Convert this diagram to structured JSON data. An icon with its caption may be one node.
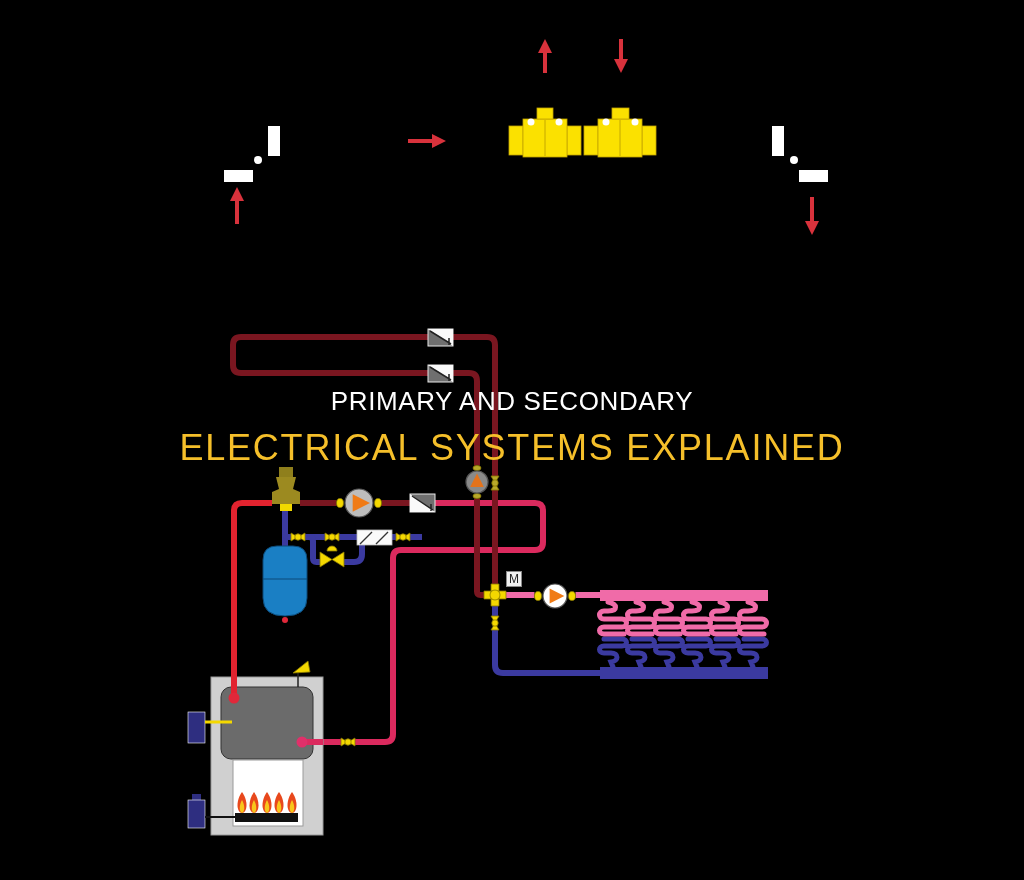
{
  "diagram": {
    "title": "PRIMARY AND SECONDARY",
    "nodes": [
      {
        "text": [],
        "shape": "picture"
      },
      {
        "text": [],
        "shape": "picture"
      },
      {
        "text": [],
        "shape": "circle"
      },
      {
        "text": [],
        "shape": "picture"
      },
      {
        "text": [],
        "shape": "picture"
      },
      {
        "text": [],
        "shape": "circle"
      },
      {
        "text": [],
        "shape": "picture"
      },
      {
        "text": [],
        "shape": "picture"
      },
      {
        "text": [],
        "shape": "picture"
      },
      {
        "text": [],
        "shape": "picture"
      },
      {
        "text": [],
        "shape": "picture"
      },
      {
        "text": [],
        "shape": "picture"
      },
      {
        "text": [],
        "shape": "cylinder"
      },
      {
        "text": [
          "M"
        ]
      },
      {
        "text": [],
        "shape": "picture"
      },
      {
        "text": [],
        "shape": "circle"
      },
      {
        "text": [],
        "shape": "picture"
      },
      {
        "text": [],
        "shape": "picture"
      },
      {
        "text": [],
        "shape": "picture"
      },
      {
        "text": [],
        "shape": "picture"
      }
    ],
    "edges": [
      {
        "from": 18,
        "to": 4,
        "arrow": "none",
        "color": "#e2232f"
      },
      {
        "from": 4,
        "to": 5,
        "arrow": "none",
        "color": "#7a1620"
      },
      {
        "from": 5,
        "to": 6,
        "arrow": "none",
        "color": "#7a1620"
      },
      {
        "from": 6,
        "to": 19,
        "arrow": "none",
        "color": "#db2a5e"
      },
      {
        "from": 19,
        "to": 18,
        "arrow": "none",
        "color": "#db2a5e"
      },
      {
        "from": 4,
        "to": 12,
        "arrow": "none"
      },
      {
        "from": 7,
        "to": 4,
        "arrow": "none"
      },
      {
        "from": 7,
        "to": 8,
        "arrow": "none"
      },
      {
        "from": 7,
        "to": 11,
        "arrow": "none"
      },
      {
        "from": 11,
        "to": 9,
        "arrow": "none"
      },
      {
        "from": 8,
        "to": 9,
        "arrow": "none"
      },
      {
        "from": 9,
        "to": 10,
        "arrow": "none"
      },
      {
        "from": 10,
        "to": null,
        "arrow": "none"
      },
      {
        "from": 3,
        "to": 0,
        "arrow": "none",
        "color": "#7a1620"
      },
      {
        "from": 0,
        "to": 1,
        "arrow": "none",
        "color": "#7a1620"
      },
      {
        "from": 1,
        "to": 2,
        "arrow": "none",
        "color": "#7a1620"
      },
      {
        "from": 2,
        "to": 14,
        "arrow": "none",
        "color": "#7a1620"
      },
      {
        "from": 14,
        "to": 3,
        "arrow": "none",
        "color": "#7a1620"
      },
      {
        "from": 14,
        "to": 15,
        "arrow": "none",
        "color": "#f06ba8"
      },
      {
        "from": 15,
        "to": 16,
        "arrow": "none",
        "color": "#f06ba8"
      },
      {
        "from": 16,
        "to": 17,
        "arrow": "none"
      },
      {
        "from": 17,
        "to": 14,
        "arrow": "none"
      }
    ],
    "labels": [
      "ELECTRICAL SYSTEMS EXPLAINED"
    ]
  }
}
